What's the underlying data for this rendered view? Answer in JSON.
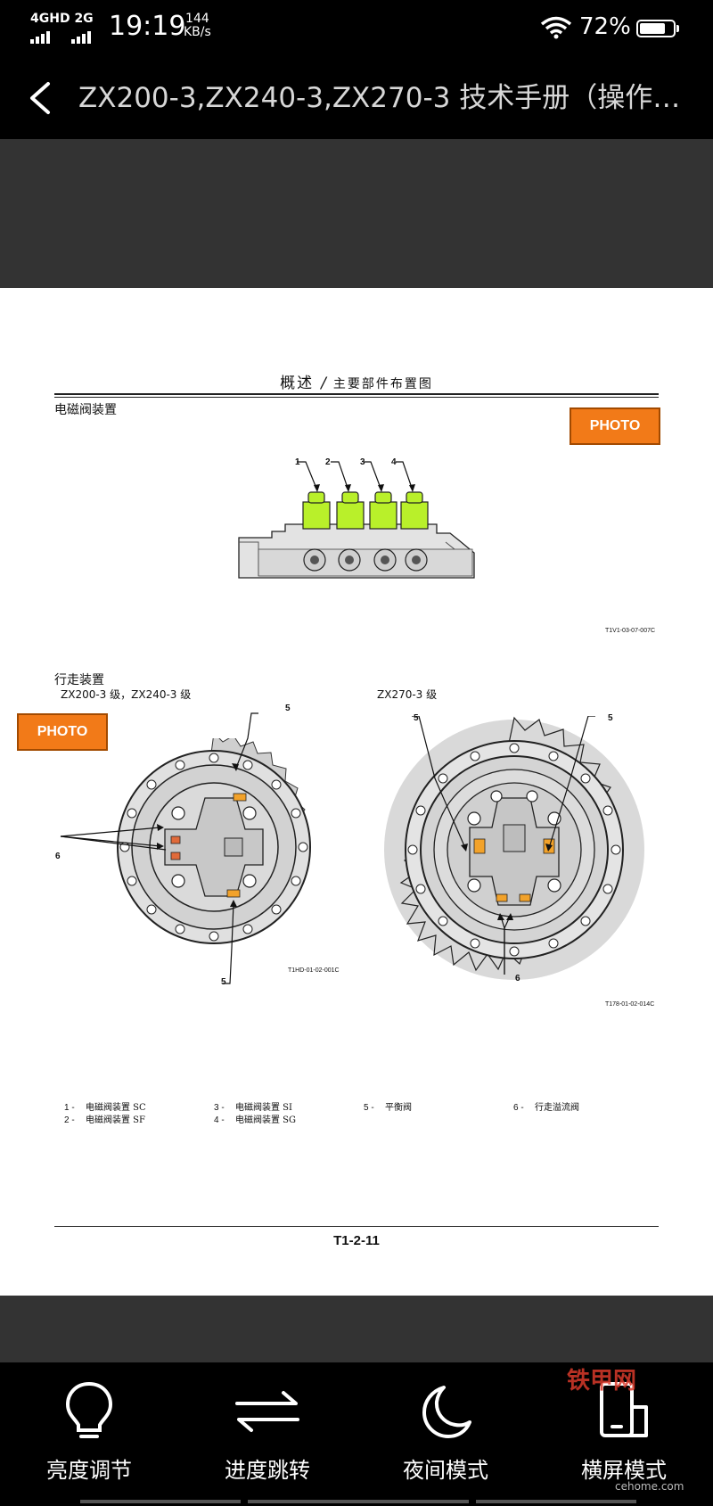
{
  "status_bar": {
    "network": "4GHD 2G",
    "time": "19:19",
    "speed": "144",
    "speed_unit": "KB/s",
    "battery": "72%"
  },
  "header": {
    "title": "ZX200-3,ZX240-3,ZX270-3 技术手册（操作…"
  },
  "document": {
    "heading_main": "概述",
    "heading_sep": "/",
    "heading_sub": "主要部件布置图",
    "section1_title": "电磁阀装置",
    "photo_label": "PHOTO",
    "fig1_code": "T1V1-03-07-007C",
    "fig1_callouts": [
      "1",
      "2",
      "3",
      "4"
    ],
    "section2_title": "行走装置",
    "sub_left": "ZX200-3 级，ZX240-3 级",
    "sub_right": "ZX270-3 级",
    "fig2_code": "T1HD-01-02-001C",
    "fig3_code": "T178-01-02-014C",
    "callout_5": "5",
    "callout_6": "6",
    "legend": [
      {
        "num": "1 -",
        "text": "电磁阀装置 SC"
      },
      {
        "num": "2 -",
        "text": "电磁阀装置 SF"
      },
      {
        "num": "3 -",
        "text": "电磁阀装置 SI"
      },
      {
        "num": "4 -",
        "text": "电磁阀装置 SG"
      },
      {
        "num": "5 -",
        "text": "平衡阀"
      },
      {
        "num": "6 -",
        "text": "行走溢流阀"
      }
    ],
    "page_number": "T1-2-11"
  },
  "bottom_bar": {
    "items": [
      {
        "label": "亮度调节",
        "icon": "bulb-icon"
      },
      {
        "label": "进度跳转",
        "icon": "swap-arrows-icon"
      },
      {
        "label": "夜间模式",
        "icon": "moon-icon"
      },
      {
        "label": "横屏模式",
        "icon": "rotate-screen-icon"
      }
    ],
    "watermark": "铁甲网",
    "watermark_url": "cehome.com"
  },
  "colors": {
    "photo_button": "#f27a18",
    "solenoid": "#b9f02a",
    "valve": "#f2a22a",
    "relief": "#e06a3a"
  }
}
